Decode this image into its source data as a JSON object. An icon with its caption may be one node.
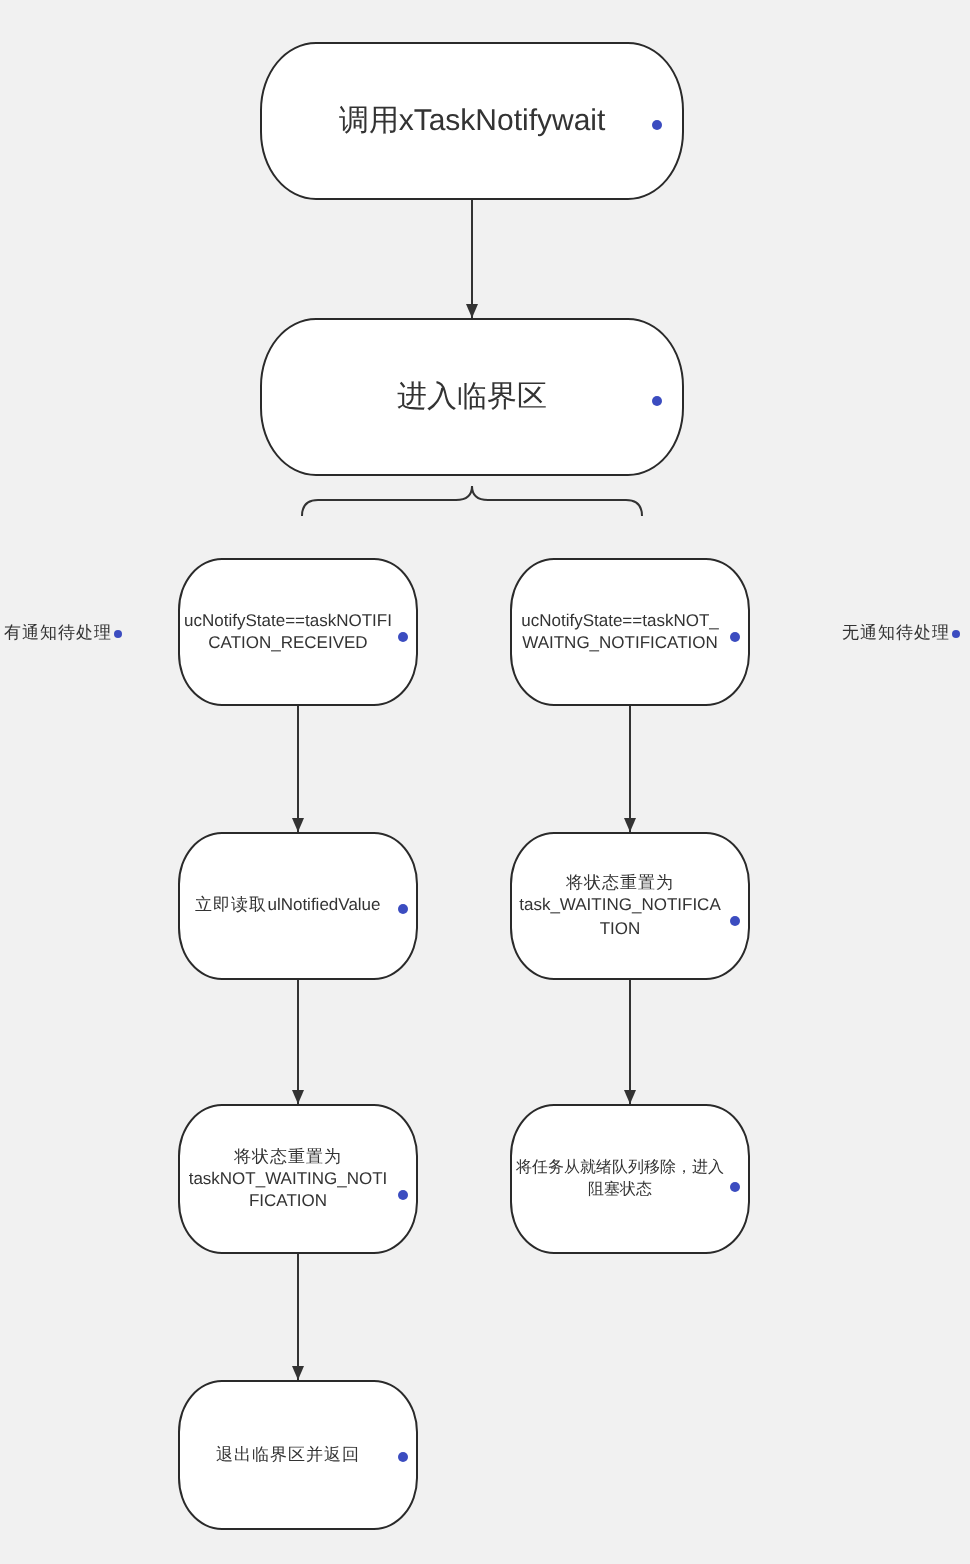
{
  "diagram": {
    "nodes": [
      {
        "text": [
          "调用xTaskNotifywait"
        ]
      },
      {
        "text": [
          "进入临界区"
        ]
      },
      {
        "text": [
          "ucNotifyState==taskNOTIFICATION_RECEIVED"
        ]
      },
      {
        "text": [
          "ucNotifyState==taskNOT_WAITNG_NOTIFICATION"
        ]
      },
      {
        "text": [
          "立即读取ulNotifiedValue"
        ]
      },
      {
        "text": [
          "将状态重置为task_WAITING_NOTIFICATION"
        ]
      },
      {
        "text": [
          "将状态重置为taskNOT_WAITING_NOTIFICATION"
        ]
      },
      {
        "text": [
          "将任务从就绪队列移除，进入阻塞状态"
        ]
      },
      {
        "text": [
          "退出临界区并返回"
        ]
      }
    ],
    "edges": [
      {
        "from": 0,
        "to": 1,
        "arrow": "to"
      },
      {
        "from": 2,
        "to": 4,
        "arrow": "to"
      },
      {
        "from": 3,
        "to": 5,
        "arrow": "to"
      },
      {
        "from": 4,
        "to": 6,
        "arrow": "to"
      },
      {
        "from": 5,
        "to": 7,
        "arrow": "to"
      },
      {
        "from": 6,
        "to": 8,
        "arrow": "to"
      }
    ],
    "labels": [
      "有通知待处理",
      "无通知待处理"
    ]
  }
}
